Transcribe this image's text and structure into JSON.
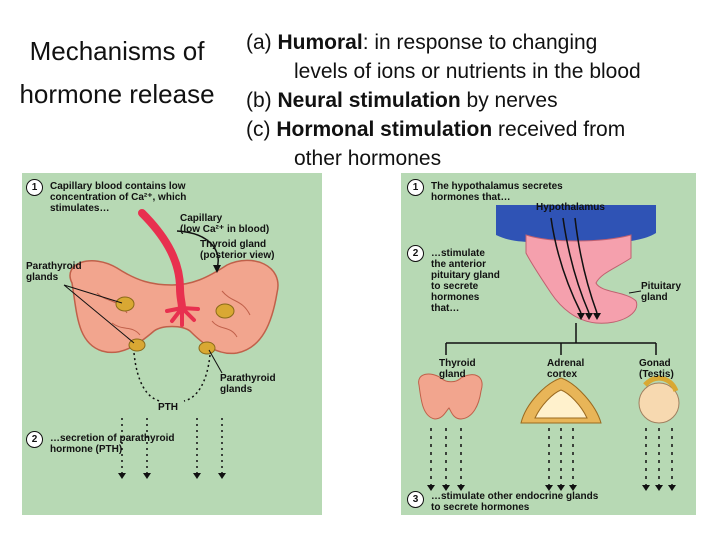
{
  "slide": {
    "title": "Mechanisms of hormone release",
    "bullets": [
      {
        "label": "(a) ",
        "term": "Humoral",
        "line1": ": in response to changing",
        "line2": "levels of ions or nutrients in the blood"
      },
      {
        "label": "(b) ",
        "term": "Neural stimulation",
        "line1": " by nerves"
      },
      {
        "label": "(c) ",
        "term": "Hormonal stimulation",
        "line1": " received from",
        "line2": "other hormones"
      }
    ]
  },
  "humoral_diagram": {
    "step1_num": "1",
    "step1_text": "Capillary blood contains low\nconcentration of Ca²⁺, which\nstimulates…",
    "capillary_label": "Capillary\n(low Ca²⁺ in blood)",
    "thyroid_label": "Thyroid gland\n(posterior view)",
    "parathyroid_left_label": "Parathyroid\nglands",
    "parathyroid_right_label": "Parathyroid\nglands",
    "pth_label": "PTH",
    "step2_num": "2",
    "step2_text": "…secretion of parathyroid\nhormone (PTH)"
  },
  "hormonal_diagram": {
    "step1_num": "1",
    "step1_text": "The hypothalamus secretes\nhormones that…",
    "hypothalamus_label": "Hypothalamus",
    "step2_num": "2",
    "step2_text": "…stimulate\nthe anterior\npituitary gland\nto secrete\nhormones\nthat…",
    "pituitary_label": "Pituitary\ngland",
    "thyroid_label": "Thyroid\ngland",
    "adrenal_label": "Adrenal\ncortex",
    "gonad_label": "Gonad\n(Testis)",
    "step3_num": "3",
    "step3_text": "…stimulate other endocrine glands\nto secrete hormones"
  },
  "colors": {
    "panel_bg": "#b7d9b4",
    "gland_pink": "#f2a58e",
    "capillary_red": "#e8304f",
    "parathyroid_yellow": "#d9a833",
    "hypothalamus_blue": "#2f53b5",
    "pituitary_pink": "#f5a0ad"
  }
}
